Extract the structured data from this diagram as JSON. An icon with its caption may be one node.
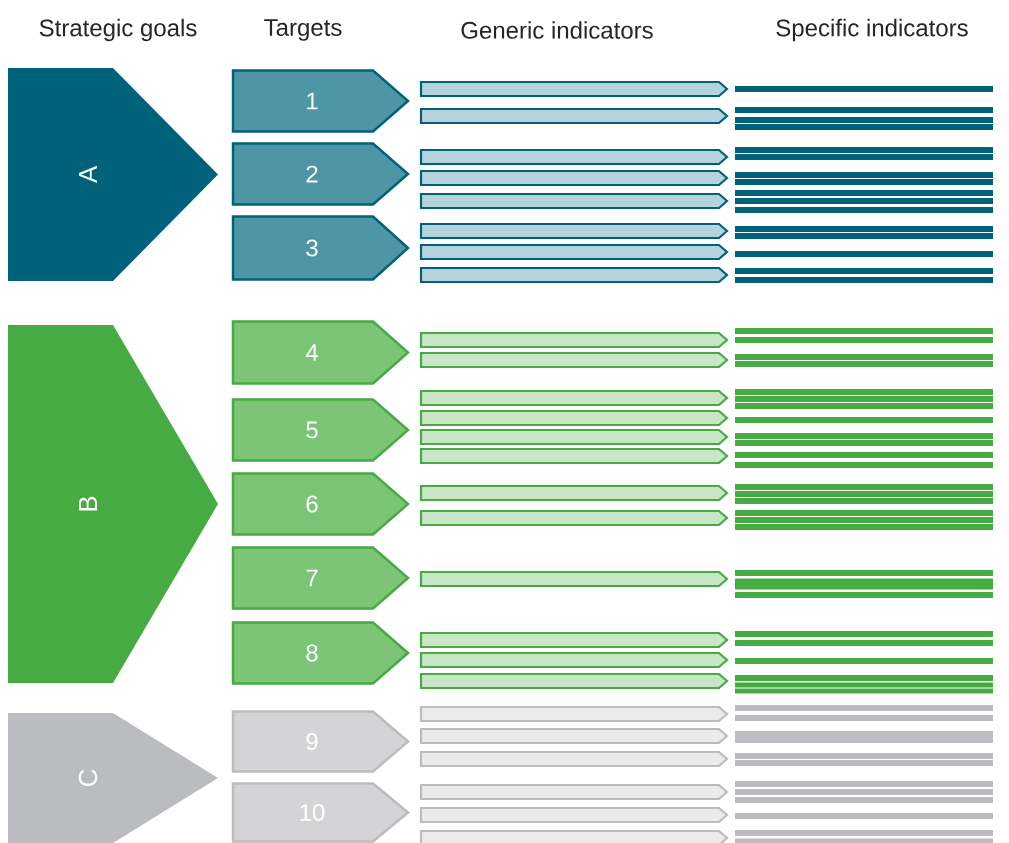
{
  "diagram": {
    "nodes": [
      {
        "text": [
          "A"
        ]
      },
      {
        "text": [
          "1"
        ]
      },
      {
        "text": [
          "2"
        ]
      },
      {
        "text": [
          "3"
        ]
      },
      {
        "text": [
          "B"
        ]
      },
      {
        "text": [
          "4"
        ]
      },
      {
        "text": [
          "5"
        ]
      },
      {
        "text": [
          "6"
        ]
      },
      {
        "text": [
          "7"
        ]
      },
      {
        "text": [
          "8"
        ]
      },
      {
        "text": [
          "C"
        ]
      },
      {
        "text": [
          "9"
        ]
      },
      {
        "text": [
          "10"
        ]
      }
    ],
    "labels": [
      "Strategic goals",
      "Targets",
      "Generic indicators",
      "Specific indicators"
    ]
  }
}
